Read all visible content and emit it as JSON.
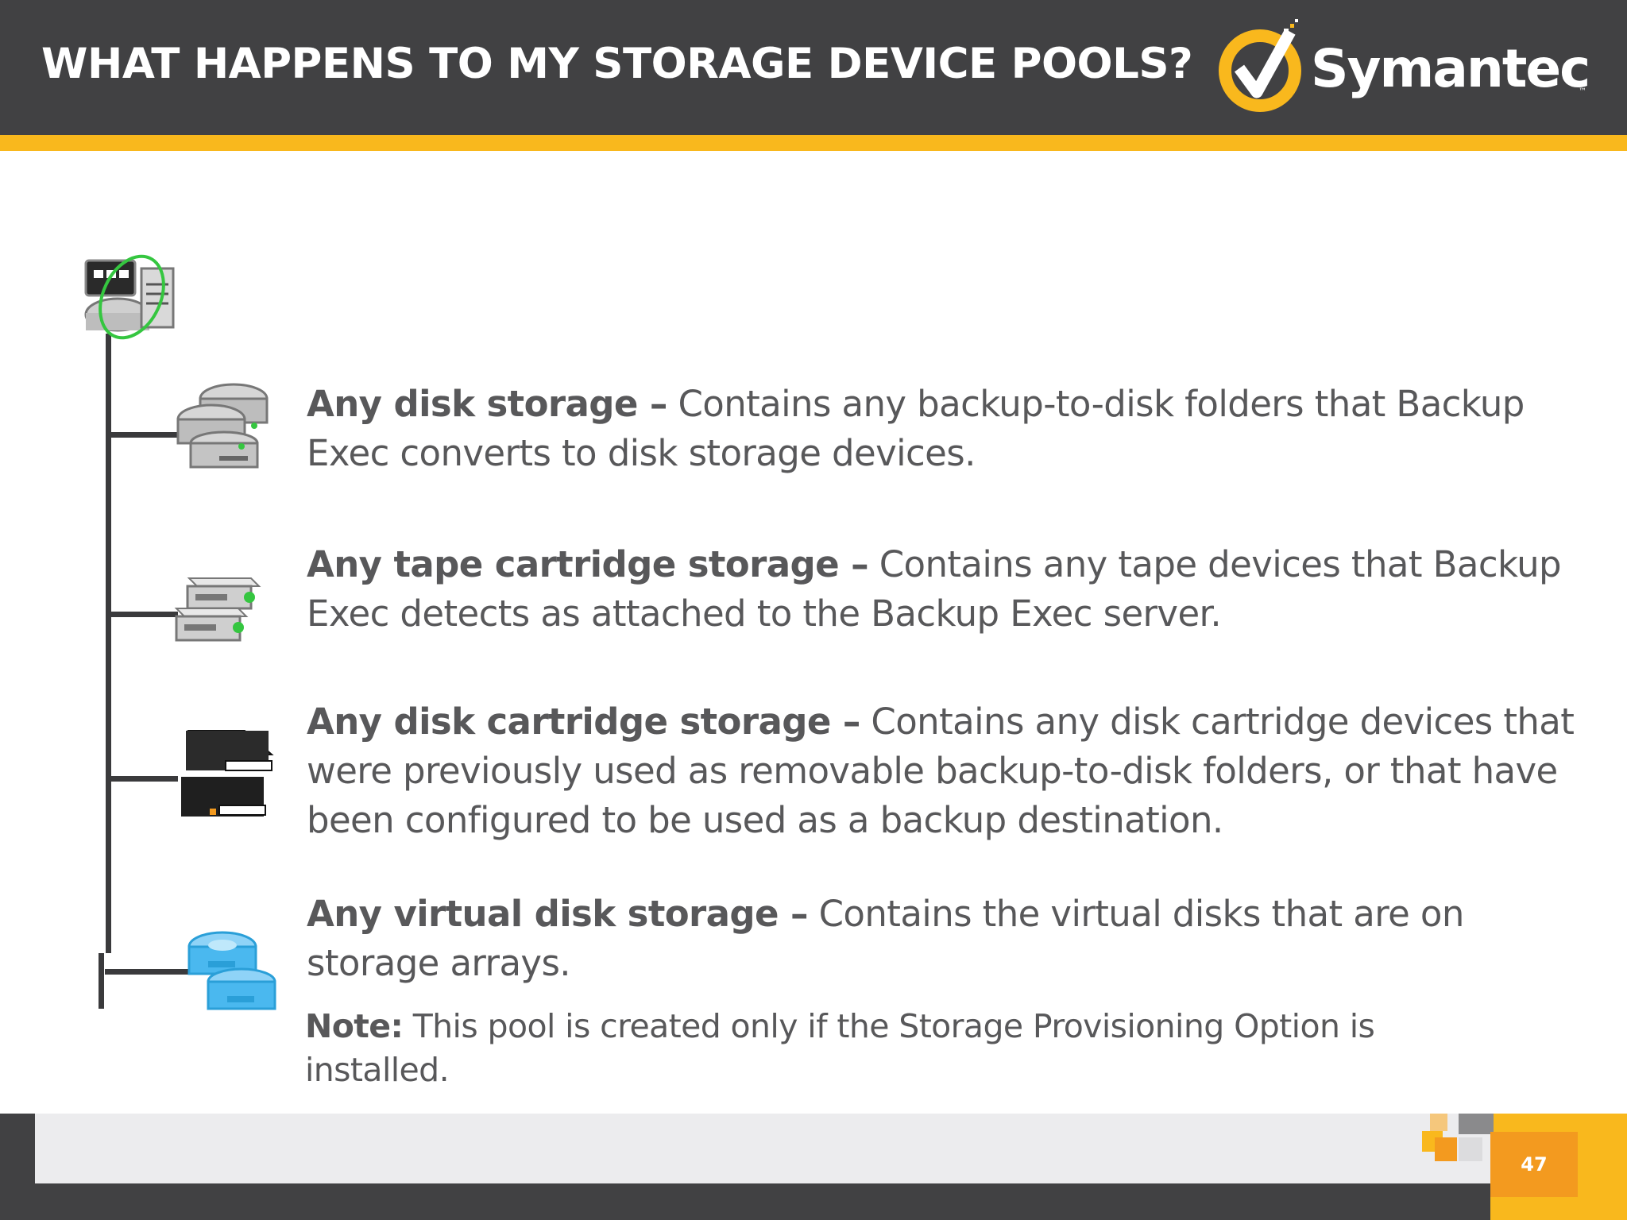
{
  "header": {
    "title": "WHAT HAPPENS TO MY STORAGE DEVICE POOLS?",
    "logo_text": "Symantec",
    "logo_tm": "™"
  },
  "items": [
    {
      "heading": "Any disk storage –",
      "text": " Contains any backup-to-disk folders that Backup Exec converts to disk storage devices.",
      "icon": "disk-storage-icon"
    },
    {
      "heading": "Any tape cartridge storage –",
      "text": " Contains any tape devices that Backup Exec detects as attached to the Backup Exec server.",
      "icon": "tape-drive-icon"
    },
    {
      "heading": "Any disk cartridge storage –",
      "text": " Contains any disk cartridge devices that were previously used as removable backup-to-disk folders, or that have been configured to be used as a backup destination.",
      "icon": "disk-cartridge-icon"
    },
    {
      "heading": "Any virtual disk storage –",
      "text": " Contains the virtual disks that are on storage arrays.",
      "icon": "virtual-disk-icon"
    }
  ],
  "note": {
    "label": "Note:",
    "text": " This pool is created only if the Storage Provisioning Option is installed."
  },
  "footer": {
    "page_number": "47"
  },
  "colors": {
    "header_bg": "#414143",
    "accent_yellow": "#f9b81d",
    "accent_orange": "#f39a1f",
    "body_text": "#58585a"
  }
}
